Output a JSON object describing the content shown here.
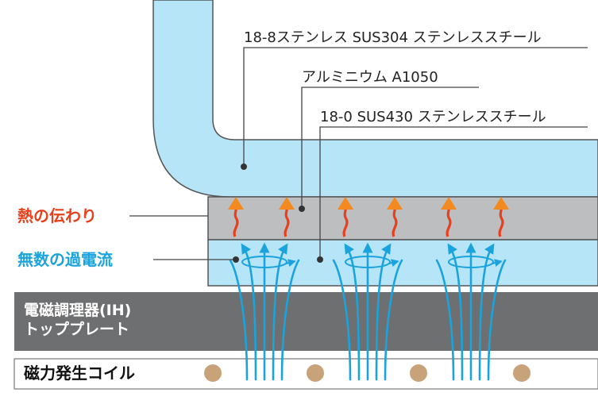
{
  "labels": {
    "material_1": "18-8ステンレス SUS304 ステンレススチール",
    "material_2": "アルミニウム A1050",
    "material_3": "18-0 SUS430 ステンレススチール",
    "heat": "熱の伝わり",
    "eddy": "無数の過電流",
    "plate_line1": "電磁調理器(IH)",
    "plate_line2": "トッププレート",
    "coil": "磁力発生コイル"
  },
  "colors": {
    "pot_blue": "#b7e5f8",
    "steel_gray": "#bdbec0",
    "plate_gray": "#6e6f71",
    "coil_brown": "#c8a278",
    "heat_red": "#e8401c",
    "heat_orange": "#f28a1f",
    "field_blue": "#1aa3dc"
  }
}
